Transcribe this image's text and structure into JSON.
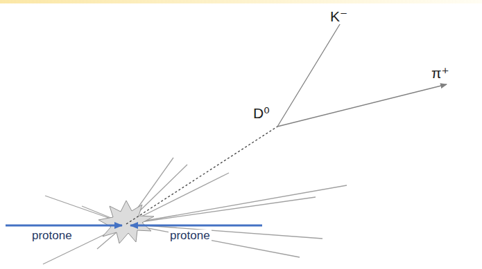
{
  "diagram": {
    "labels": [
      "K⁻",
      "D⁰",
      "π⁺",
      "protone",
      "protone"
    ]
  }
}
